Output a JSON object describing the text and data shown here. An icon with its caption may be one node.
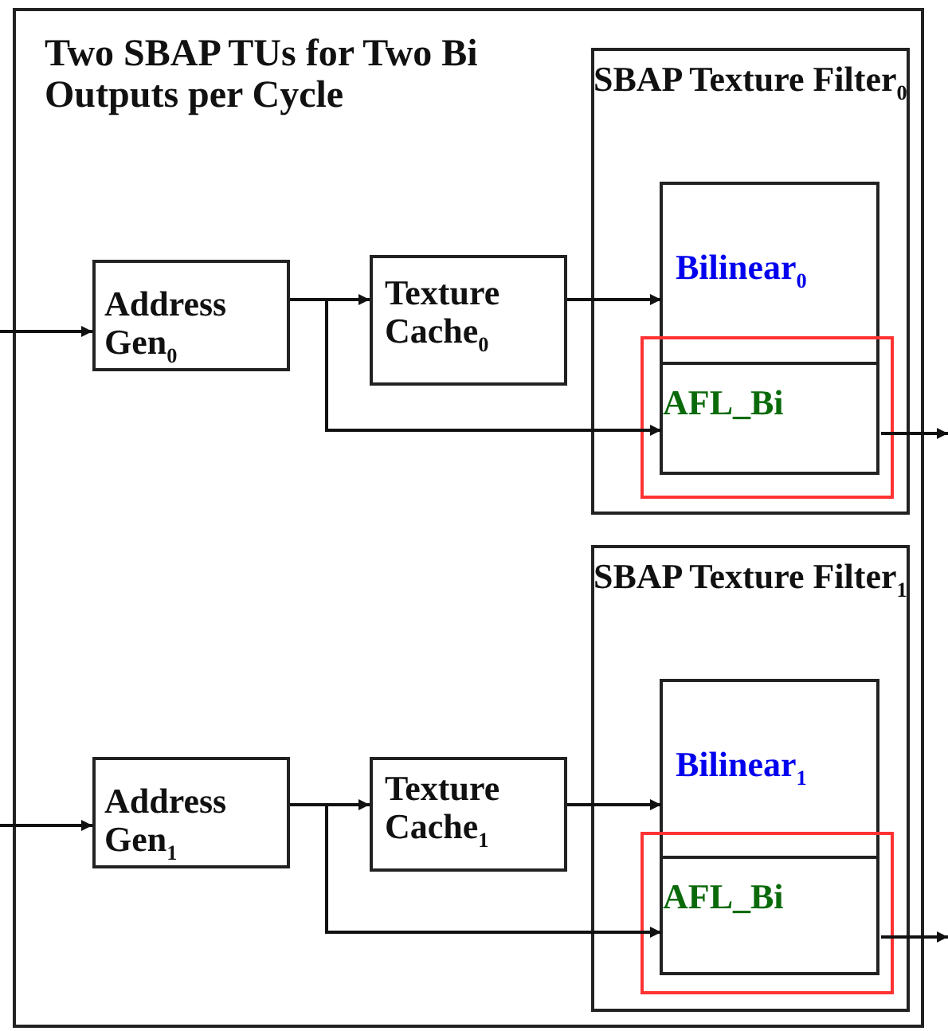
{
  "diagram": {
    "nodes": [
      {
        "text": [
          "Two SBAP TUs for Two Bi Outputs per Cycle"
        ]
      },
      {
        "text": [
          "Address Gen$_{0}$"
        ],
        "in": 0
      },
      {
        "text": [
          "Texture Cache$_{0}$"
        ],
        "in": 0
      },
      {
        "text": [
          "SBAP Texture Filter$_{0}$"
        ],
        "in": 0
      },
      {
        "text": [
          "Bilinear$_{0}$"
        ],
        "in": 3
      },
      {
        "text": [
          "AFL_Bi"
        ],
        "in": 3
      },
      {
        "text": [
          "Address Gen$_{1}$"
        ],
        "in": 0
      },
      {
        "text": [
          "Texture Cache$_{1}$"
        ],
        "in": 0
      },
      {
        "text": [
          "SBAP Texture Filter$_{1}$"
        ],
        "in": 0
      },
      {
        "text": [
          "Bilinear$_{1}$"
        ],
        "in": 8
      },
      {
        "text": [
          "AFL_Bi"
        ],
        "in": 8
      }
    ],
    "edges": [
      {
        "from": null,
        "to": 1,
        "arrow": "to"
      },
      {
        "from": 1,
        "to": 2,
        "arrow": "to"
      },
      {
        "from": 1,
        "to": 5,
        "arrow": "to"
      },
      {
        "from": 2,
        "to": 4,
        "arrow": "to"
      },
      {
        "from": 5,
        "to": null,
        "arrow": "to"
      },
      {
        "from": null,
        "to": 6,
        "arrow": "to"
      },
      {
        "from": 6,
        "to": 7,
        "arrow": "to"
      },
      {
        "from": 6,
        "to": 10,
        "arrow": "to"
      },
      {
        "from": 7,
        "to": 9,
        "arrow": "to"
      },
      {
        "from": 10,
        "to": null,
        "arrow": "to"
      }
    ]
  }
}
